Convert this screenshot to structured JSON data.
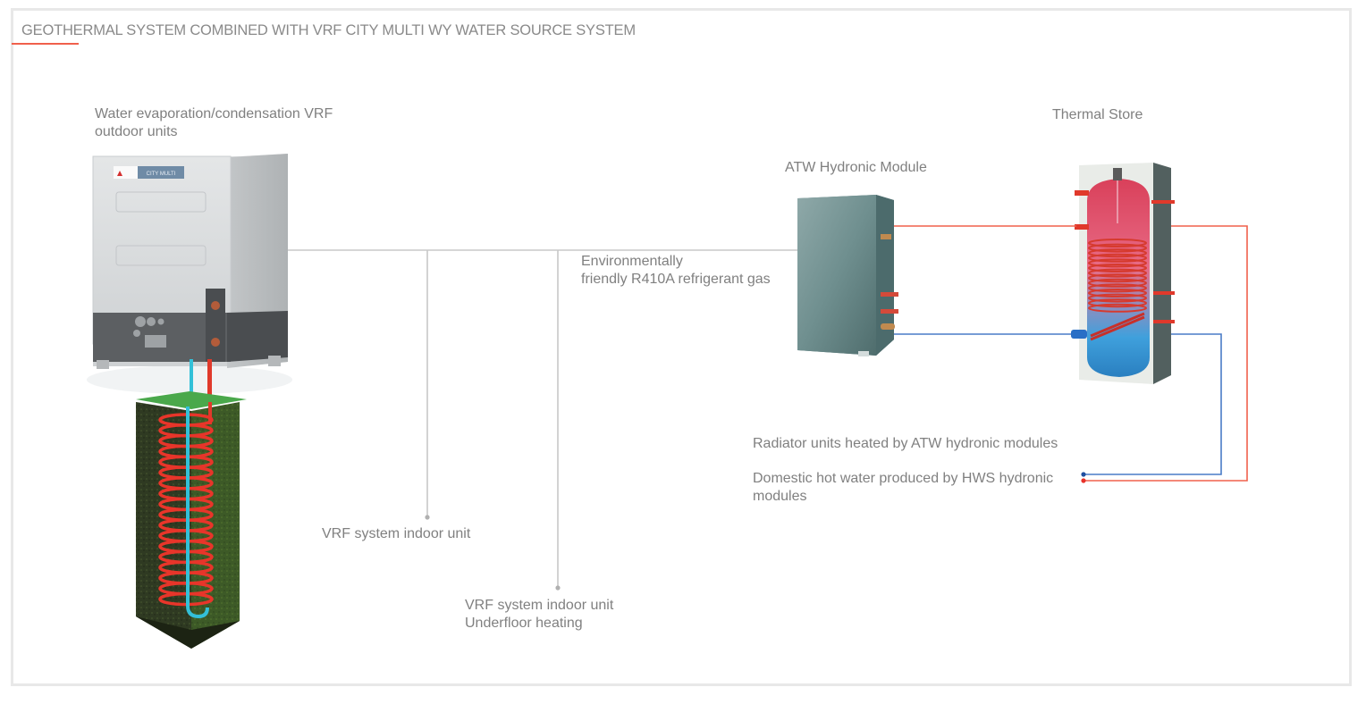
{
  "title": "GEOTHERMAL SYSTEM COMBINED WITH VRF CITY MULTI WY WATER SOURCE SYSTEM",
  "accent_color": "#f0604c",
  "colors": {
    "hot_pipe": "#f0604c",
    "cold_pipe": "#4a7cc7",
    "refrigerant_line": "#c8c8c8",
    "label_text": "#808080"
  },
  "components": {
    "outdoor_unit": {
      "label_line1": "Water evaporation/condensation VRF",
      "label_line2": "outdoor units",
      "brand_badge": "CITY MULTI"
    },
    "ground_loop": {
      "icon": "geothermal-borehole-coil"
    },
    "atw_module": {
      "label": "ATW Hydronic Module"
    },
    "thermal_store": {
      "label": "Thermal Store"
    }
  },
  "annotations": {
    "refrigerant_line1": "Environmentally",
    "refrigerant_line2": "friendly R410A refrigerant gas",
    "indoor_unit_1": "VRF system indoor unit",
    "indoor_unit_2_line1": "VRF system indoor unit",
    "indoor_unit_2_line2": "Underfloor heating",
    "radiator": "Radiator units heated by ATW hydronic modules",
    "dhw_line1": "Domestic hot water produced by HWS hydronic",
    "dhw_line2": "modules"
  }
}
